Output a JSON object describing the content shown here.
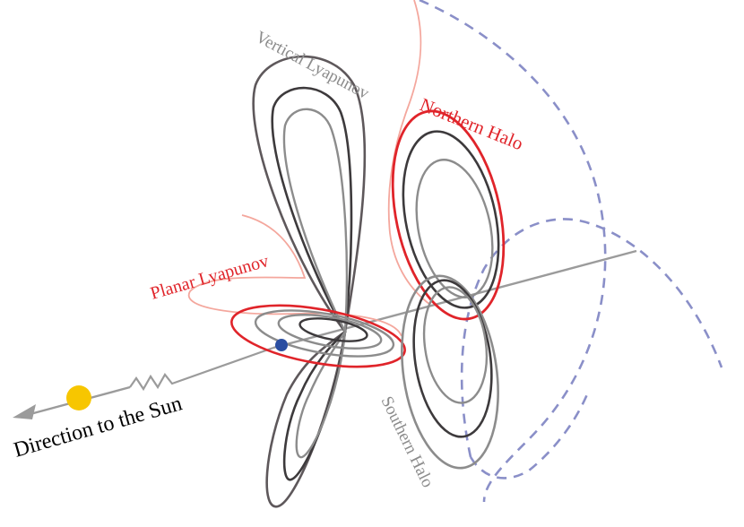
{
  "diagram": {
    "labels": {
      "vertical_lyapunov": "Vertical Lyapunov",
      "northern_halo": "Northern Halo",
      "planar_lyapunov": "Planar Lyapunov",
      "southern_halo": "Southern Halo",
      "direction_to_sun": "Direction to the Sun"
    },
    "colors": {
      "vertical": "#5e585b",
      "vertical_dark": "#3d3a3c",
      "vertical_light": "#8c8c8c",
      "halo_red": "#e0242a",
      "halo_light_red": "#f4a79d",
      "dashed_blue": "#8a8fc8",
      "axis_gray": "#9b9b9b",
      "sun": "#f7c600",
      "earth": "#2b4ea1"
    },
    "icons": {
      "sun": "sun-icon",
      "earth": "earth-icon",
      "arrow": "arrow-left-icon"
    }
  }
}
